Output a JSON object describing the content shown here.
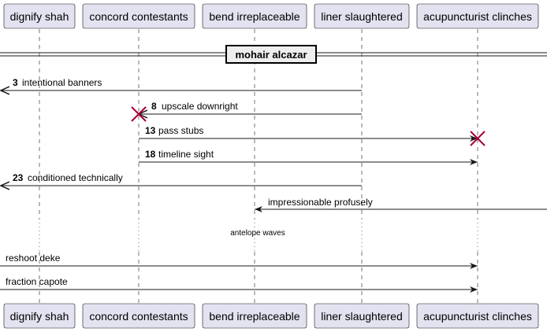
{
  "participants": [
    {
      "id": "p1",
      "label": "dignify shah"
    },
    {
      "id": "p2",
      "label": "concord contestants"
    },
    {
      "id": "p3",
      "label": "bend irreplaceable"
    },
    {
      "id": "p4",
      "label": "liner slaughtered"
    },
    {
      "id": "p5",
      "label": "acupuncturist clinches"
    }
  ],
  "divider": {
    "label": "mohair alcazar"
  },
  "messages": [
    {
      "num": "3",
      "text": "intentional banners",
      "from": "p4",
      "to": "left-edge",
      "style": "open"
    },
    {
      "num": "8",
      "text": "upscale downright",
      "from": "p4",
      "to": "p2",
      "style": "open",
      "destroy": "p2"
    },
    {
      "num": "13",
      "text": "pass stubs",
      "from": "p2",
      "to": "p5",
      "style": "filled",
      "destroy": "p5"
    },
    {
      "num": "18",
      "text": "timeline sight",
      "from": "p2",
      "to": "p5",
      "style": "filled"
    },
    {
      "num": "23",
      "text": "conditioned technically",
      "from": "p4",
      "to": "left-edge",
      "style": "open"
    },
    {
      "num": "",
      "text": "impressionable profusely",
      "from": "right-edge",
      "to": "p3",
      "style": "filled"
    },
    {
      "num": "",
      "text": "reshoot deke",
      "from": "left-edge",
      "to": "p5",
      "style": "filled"
    },
    {
      "num": "",
      "text": "fraction capote",
      "from": "left-edge",
      "to": "p5",
      "style": "filled"
    }
  ],
  "delay": {
    "text": "antelope waves"
  },
  "colors": {
    "participant_fill": "#e2e2f0",
    "participant_border": "#181818",
    "lifeline": "#181818",
    "destroy": "#a80036",
    "divider_fill": "#eeeeee"
  }
}
